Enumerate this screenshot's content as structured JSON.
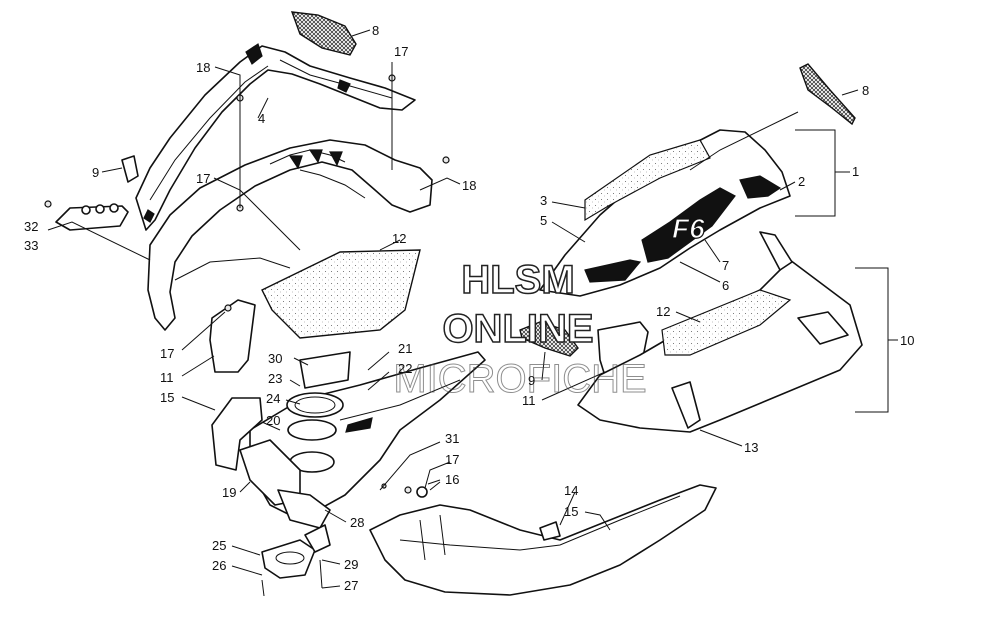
{
  "watermark": {
    "line1": "HLSM",
    "line2": "ONLINE",
    "line3": "MICROFICHE"
  },
  "callouts": [
    {
      "id": "c8a",
      "text": "8"
    },
    {
      "id": "c17a",
      "text": "17"
    },
    {
      "id": "c18a",
      "text": "18"
    },
    {
      "id": "c4",
      "text": "4"
    },
    {
      "id": "c9a",
      "text": "9"
    },
    {
      "id": "c17b",
      "text": "17"
    },
    {
      "id": "c18b",
      "text": "18"
    },
    {
      "id": "c32",
      "text": "32"
    },
    {
      "id": "c33",
      "text": "33"
    },
    {
      "id": "c12a",
      "text": "12"
    },
    {
      "id": "c17c",
      "text": "17"
    },
    {
      "id": "c11a",
      "text": "11"
    },
    {
      "id": "c30",
      "text": "30"
    },
    {
      "id": "c23",
      "text": "23"
    },
    {
      "id": "c21",
      "text": "21"
    },
    {
      "id": "c22",
      "text": "22"
    },
    {
      "id": "c15a",
      "text": "15"
    },
    {
      "id": "c24",
      "text": "24"
    },
    {
      "id": "c20",
      "text": "20"
    },
    {
      "id": "c19",
      "text": "19"
    },
    {
      "id": "c31",
      "text": "31"
    },
    {
      "id": "c17d",
      "text": "17"
    },
    {
      "id": "c16",
      "text": "16"
    },
    {
      "id": "c28",
      "text": "28"
    },
    {
      "id": "c25",
      "text": "25"
    },
    {
      "id": "c26",
      "text": "26"
    },
    {
      "id": "c29",
      "text": "29"
    },
    {
      "id": "c27",
      "text": "27"
    },
    {
      "id": "c8b",
      "text": "8"
    },
    {
      "id": "c1",
      "text": "1"
    },
    {
      "id": "c2",
      "text": "2"
    },
    {
      "id": "c3",
      "text": "3"
    },
    {
      "id": "c5",
      "text": "5"
    },
    {
      "id": "c7",
      "text": "7"
    },
    {
      "id": "c6",
      "text": "6"
    },
    {
      "id": "c12b",
      "text": "12"
    },
    {
      "id": "c10",
      "text": "10"
    },
    {
      "id": "c9b",
      "text": "9"
    },
    {
      "id": "c11b",
      "text": "11"
    },
    {
      "id": "c13",
      "text": "13"
    },
    {
      "id": "c14",
      "text": "14"
    },
    {
      "id": "c15b",
      "text": "15"
    }
  ]
}
